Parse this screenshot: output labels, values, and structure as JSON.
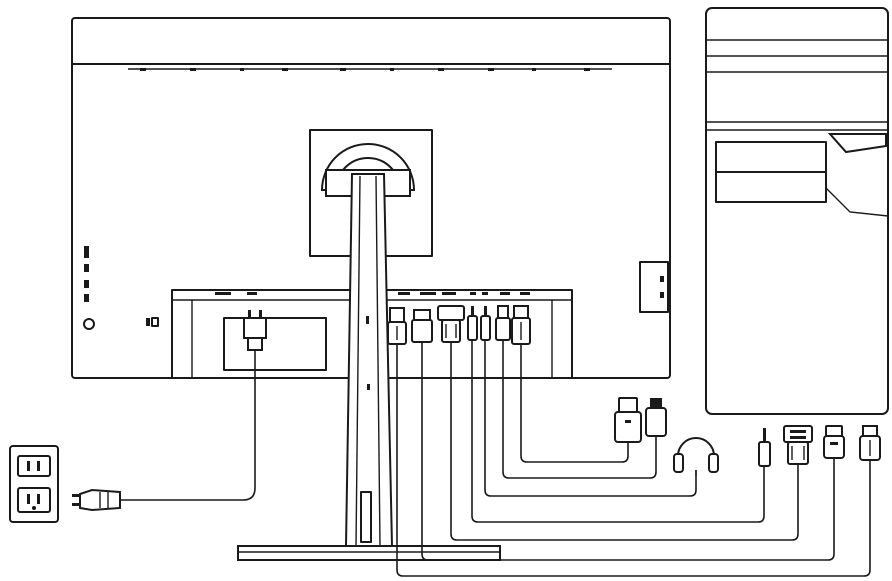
{
  "diagram": {
    "type": "connection-diagram",
    "components": [
      "monitor-rear",
      "monitor-stand",
      "pc-tower",
      "wall-outlet",
      "power-cable",
      "displayport-cable",
      "hdmi-cable",
      "vga-cable",
      "audio-cable",
      "headphones",
      "usb-upstream-cable"
    ]
  },
  "colors": {
    "line": "#1a1a1a",
    "background": "#ffffff"
  }
}
